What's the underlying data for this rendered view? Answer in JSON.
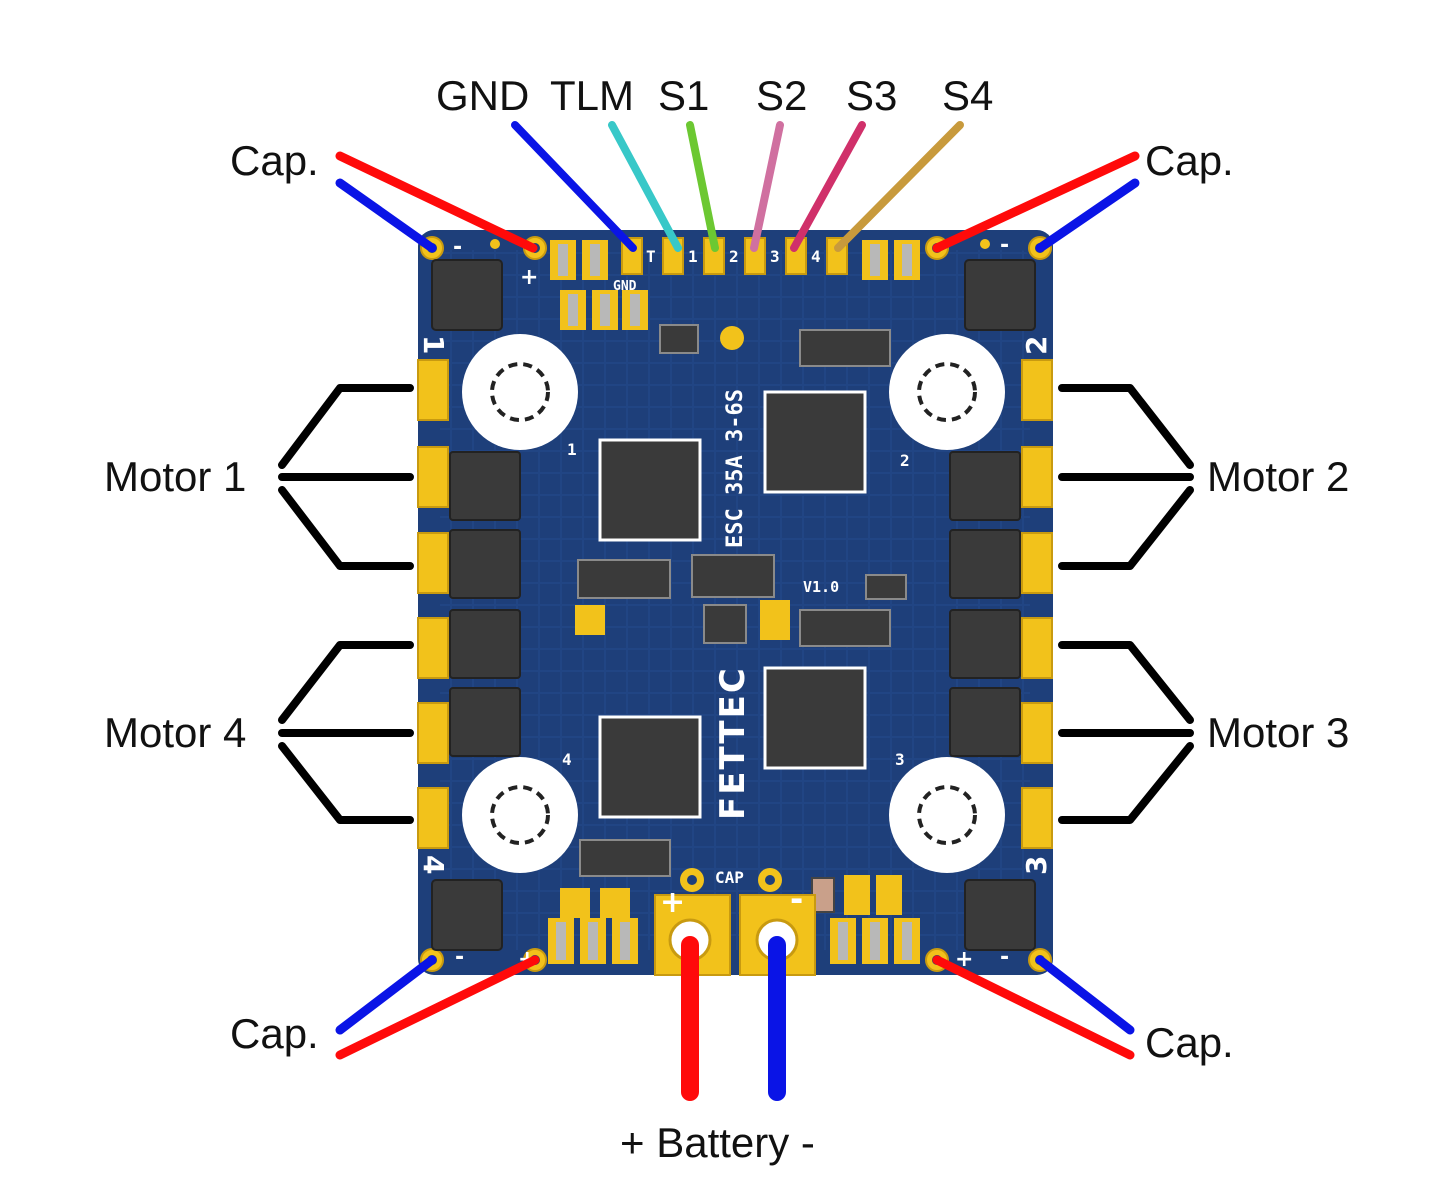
{
  "signal_labels": [
    "GND",
    "TLM",
    "S1",
    "S2",
    "S3",
    "S4"
  ],
  "cap_label": "Cap.",
  "motor_labels": {
    "m1": "Motor 1",
    "m2": "Motor 2",
    "m3": "Motor 3",
    "m4": "Motor 4"
  },
  "battery_label": "+ Battery -",
  "board": {
    "model_text": "ESC 35A 3-6S",
    "version_text": "V1.0",
    "brand_text": "FETTEC",
    "gnd_silk": "GND",
    "pad_silk": [
      "T",
      "1",
      "2",
      "3",
      "4"
    ],
    "cap_silk": "CAP",
    "plus": "+",
    "minus": "-",
    "corner_numbers": [
      "1",
      "2",
      "3",
      "4"
    ],
    "mcu_numbers": [
      "1",
      "2",
      "3",
      "4"
    ]
  },
  "colors": {
    "board": "#1e3f7a",
    "gold": "#f2c21b",
    "gnd_wire": "#0a14e6",
    "tlm_wire": "#38c8c8",
    "s1_wire": "#6cc832",
    "s2_wire": "#d070a0",
    "s3_wire": "#d0306a",
    "s4_wire": "#c89a3c",
    "positive": "#ff0a0a",
    "negative": "#0a14e6",
    "motor_wire": "#000000"
  }
}
